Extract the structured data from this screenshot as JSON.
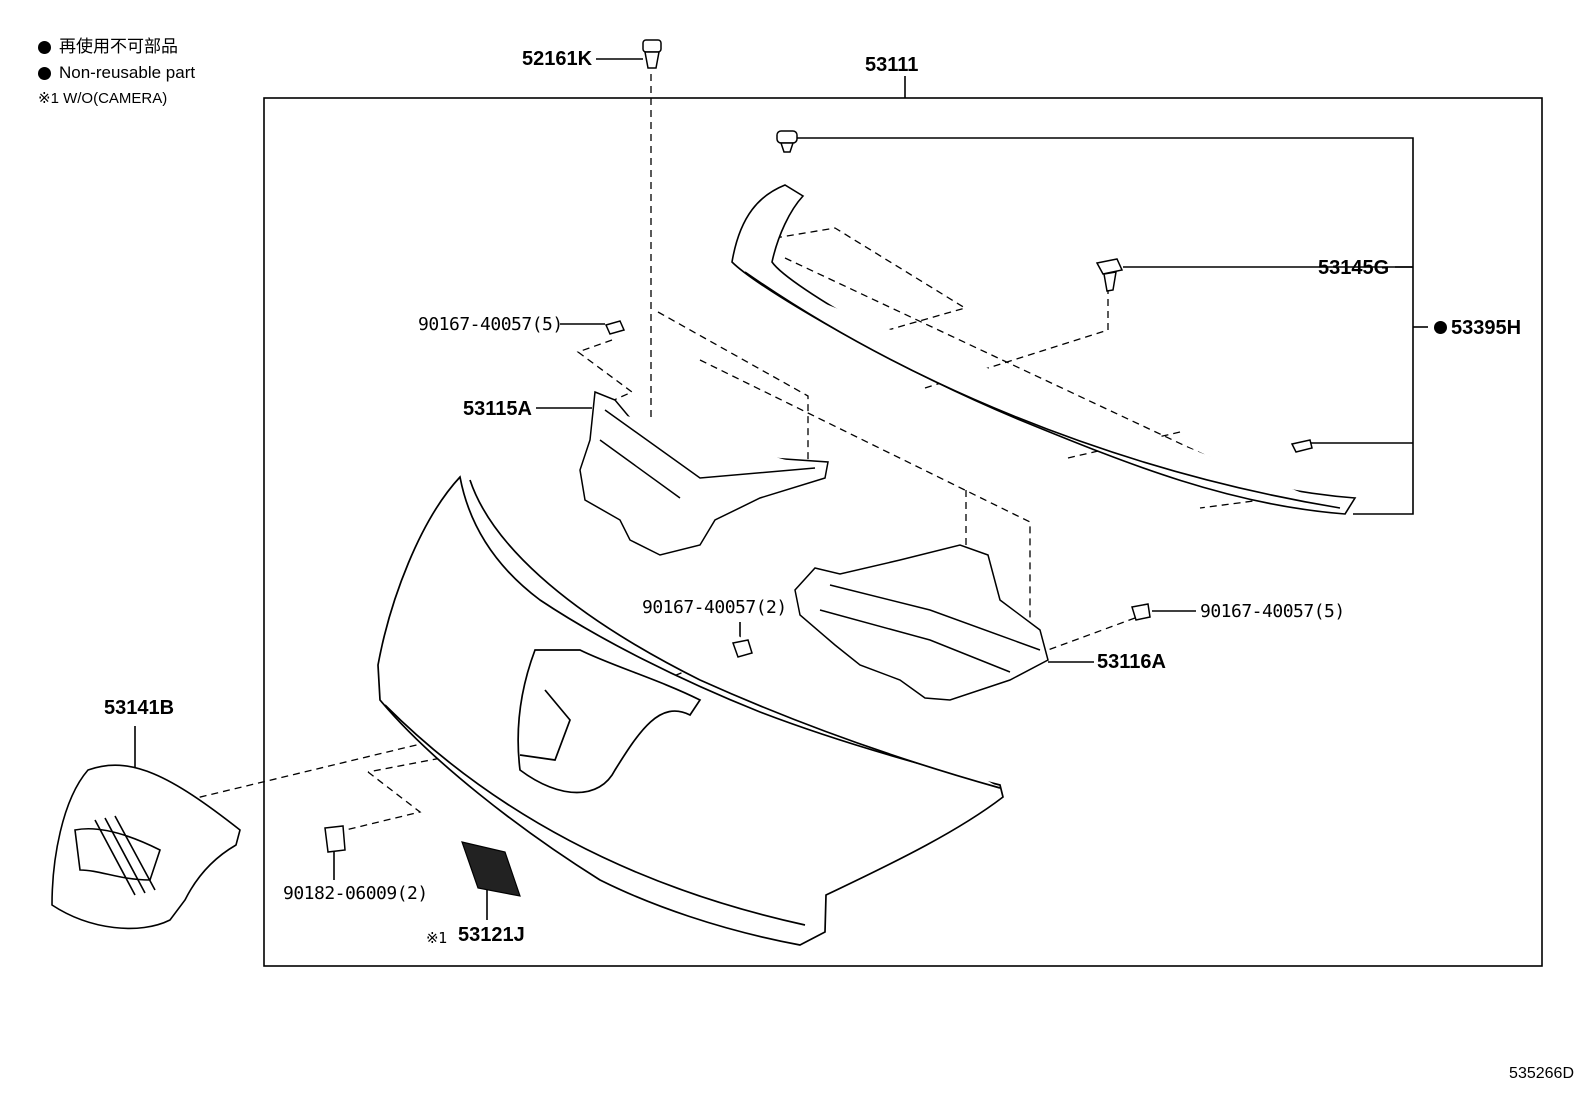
{
  "legend": {
    "jp_text": "再使用不可部品",
    "en_text": "Non-reusable part",
    "note": "※1 W/O(CAMERA)"
  },
  "labels": {
    "p52161K": "52161K",
    "p53111": "53111",
    "p53145G": "53145G",
    "p53395H": "53395H",
    "p90167_left": "90167-40057(5)",
    "p53115A": "53115A",
    "p90167_mid": "90167-40057(2)",
    "p90167_right": "90167-40057(5)",
    "p53116A": "53116A",
    "p53141B": "53141B",
    "p90182": "90182-06009(2)",
    "p53121J_prefix": "※1",
    "p53121J": "53121J"
  },
  "diagram_code": "535266D"
}
